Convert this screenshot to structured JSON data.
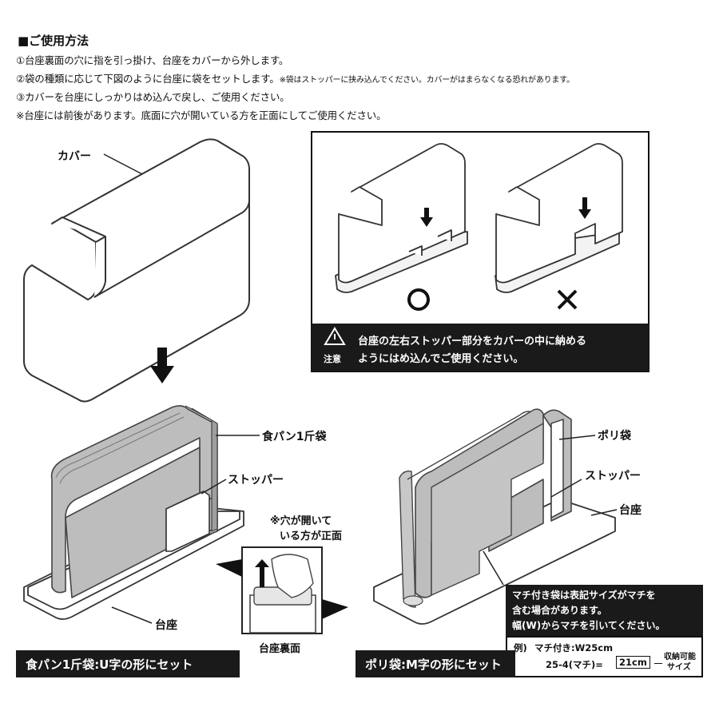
{
  "heading": "■ご使用方法",
  "steps": [
    "①台座裏面の穴に指を引っ掛け、台座をカバーから外します。",
    "②袋の種類に応じて下図のように台座に袋をセットします。",
    "③カバーを台座にしっかりはめ込んで戻し、ご使用ください。",
    "※台座には前後があります。底面に穴が開いている方を正面にしてご使用ください。"
  ],
  "step2_note": "※袋はストッパーに挟み込んでください。カバーがはまらなくなる恐れがあります。",
  "labels": {
    "cover": "カバー",
    "bread_bag": "食パン1斤袋",
    "stopper_left": "ストッパー",
    "base_left": "台座",
    "hole_note_line1": "※穴が開いて",
    "hole_note_line2": "いる方が正面",
    "base_underside": "台座裏面",
    "poly_bag": "ポリ袋",
    "stopper_right": "ストッパー",
    "base_right": "台座"
  },
  "caution": {
    "title": "注意",
    "line1": "台座の左右ストッパー部分をカバーの中に納める",
    "line2": "ようにはめ込んでご使用ください。",
    "ok_mark": "○",
    "ng_mark": "✕"
  },
  "bottom_left_caption": "食パン1斤袋:U字の形にセット",
  "bottom_right_caption": "ポリ袋:M字の形にセット",
  "gusset_note": {
    "line1": "マチ付き袋は表記サイズがマチを",
    "line2": "含む場合があります。",
    "line3": "幅(W)からマチを引いてください。",
    "example_label": "例)",
    "example_line1": "マチ付き:W25cm",
    "example_line2": "25-4(マチ)=",
    "example_result": "21cm",
    "capacity_line1": "収納可能",
    "capacity_line2": "サイズ"
  },
  "icons": [
    "warning-icon",
    "down-arrow-icon",
    "up-arrow-icon",
    "circle-mark-icon",
    "cross-mark-icon",
    "hand-icon"
  ]
}
